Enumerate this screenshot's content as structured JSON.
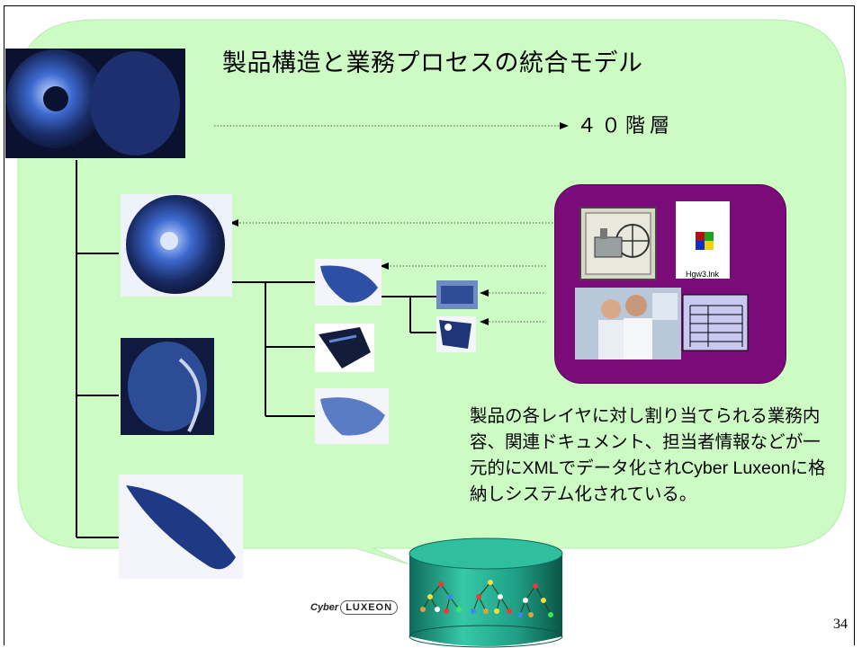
{
  "slide": {
    "title": "製品構造と業務プロセスの統合モデル",
    "layer_label": "４０階層",
    "description": "製品の各レイヤに対し割り当てられる業務内容、関連ドキュメント、担当者情報などが一元的にXMLでデータ化されCyber Luxeonに格納しシステム化されている。",
    "page_number": "34"
  },
  "panel": {
    "icon_label": "Hgw3.lnk"
  },
  "logo": {
    "cyber": "Cyber",
    "luxeon": "LUXEON"
  },
  "colors": {
    "bubble_fill": "#ccfcc4",
    "panel_purple": "#7c0b7a",
    "engine_blue": "#2a4fa8",
    "db_green": "#1f9f86"
  }
}
